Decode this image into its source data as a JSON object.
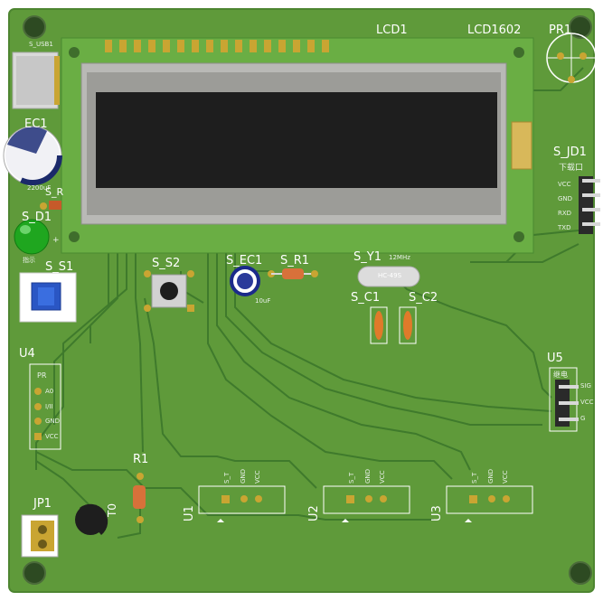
{
  "board": {
    "title": "LCD1602 PCB 3D view",
    "colors": {
      "pcb": "#5f9a3a",
      "trace": "#3f7a2c",
      "silk": "#ffffff",
      "pad": "#c9a532",
      "hole": "#2d4a22"
    }
  },
  "lcd": {
    "designator": "LCD1",
    "part": "LCD1602"
  },
  "pr1": {
    "designator": "PR1"
  },
  "s_jd1": {
    "designator": "S_JD1",
    "sub": "下载口",
    "pins": [
      "VCC",
      "GND",
      "RXD",
      "TXD"
    ]
  },
  "usb": {
    "designator": "S_USB1"
  },
  "ec1": {
    "designator": "EC1",
    "value": "2200uF"
  },
  "s_r": {
    "designator": "S_R"
  },
  "s_d1": {
    "designator": "S_D1",
    "sub": "指示",
    "plus": "+"
  },
  "s_s1": {
    "designator": "S_S1"
  },
  "s_s2": {
    "designator": "S_S2"
  },
  "s_ec1": {
    "designator": "S_EC1",
    "value": "10uF"
  },
  "s_r1": {
    "designator": "S_R1"
  },
  "s_y1": {
    "designator": "S_Y1",
    "value": "12MHz",
    "case": "HC-49S"
  },
  "s_c1": {
    "designator": "S_C1"
  },
  "s_c2": {
    "designator": "S_C2"
  },
  "u4": {
    "designator": "U4",
    "sub": "PR",
    "pins": [
      "A0",
      "I/II",
      "GND",
      "VCC"
    ]
  },
  "u5": {
    "designator": "U5",
    "sub": "继电",
    "pins": [
      "SIG",
      "VCC",
      "G"
    ]
  },
  "r1": {
    "designator": "R1"
  },
  "q0": {
    "designator": "T0"
  },
  "jp1": {
    "designator": "JP1"
  },
  "u1": {
    "designator": "U1",
    "pins": [
      "S_T",
      "GND",
      "VCC"
    ]
  },
  "u2": {
    "designator": "U2",
    "pins": [
      "S_T",
      "GND",
      "VCC"
    ]
  },
  "u3": {
    "designator": "U3",
    "pins": [
      "S_T",
      "GND",
      "VCC"
    ]
  }
}
